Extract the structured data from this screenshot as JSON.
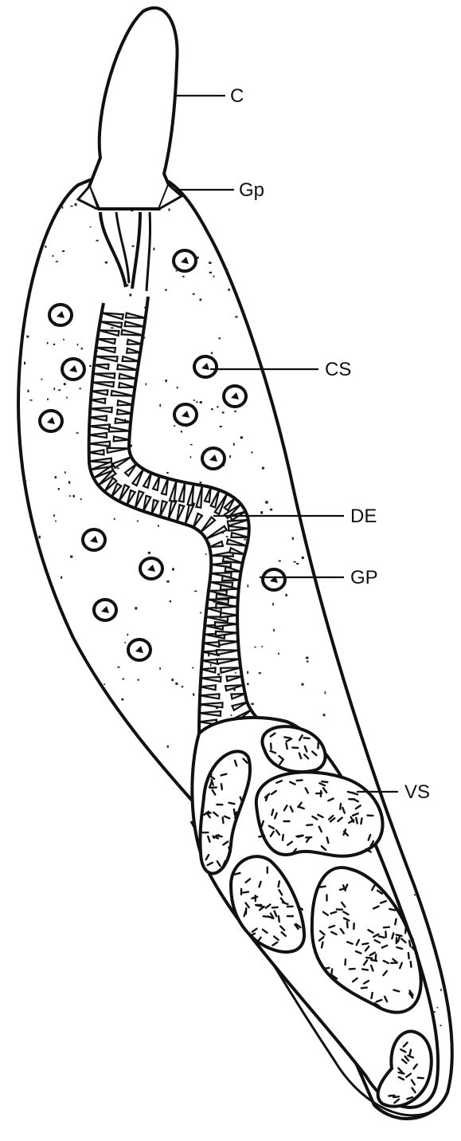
{
  "figure": {
    "labels": {
      "c": "C",
      "gp_upper": "Gp",
      "cs": "CS",
      "de": "DE",
      "gp_lower": "GP",
      "vs": "VS"
    }
  }
}
